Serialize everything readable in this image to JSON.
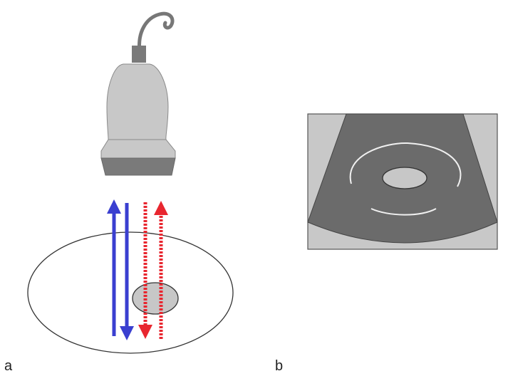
{
  "figure": {
    "panels": [
      {
        "id": "a",
        "label": "a"
      },
      {
        "id": "b",
        "label": "b"
      }
    ]
  },
  "colors": {
    "probe_body": "#c8c8c8",
    "probe_dark": "#7a7a7a",
    "probe_outline": "#8a8a8a",
    "cable": "#777777",
    "transmit_arrow": "#3a3fd0",
    "echo_arrow": "#e8262f",
    "lesion_fill": "#c7c7c7",
    "sector_fill": "#6b6b6b",
    "image_background": "#c8c8c8",
    "echo_ring": "#f0f0f0"
  },
  "icons": {
    "probe": "ultrasound-transducer-icon",
    "tissue": "tissue-ellipse",
    "lesion": "lesion-ellipse"
  }
}
